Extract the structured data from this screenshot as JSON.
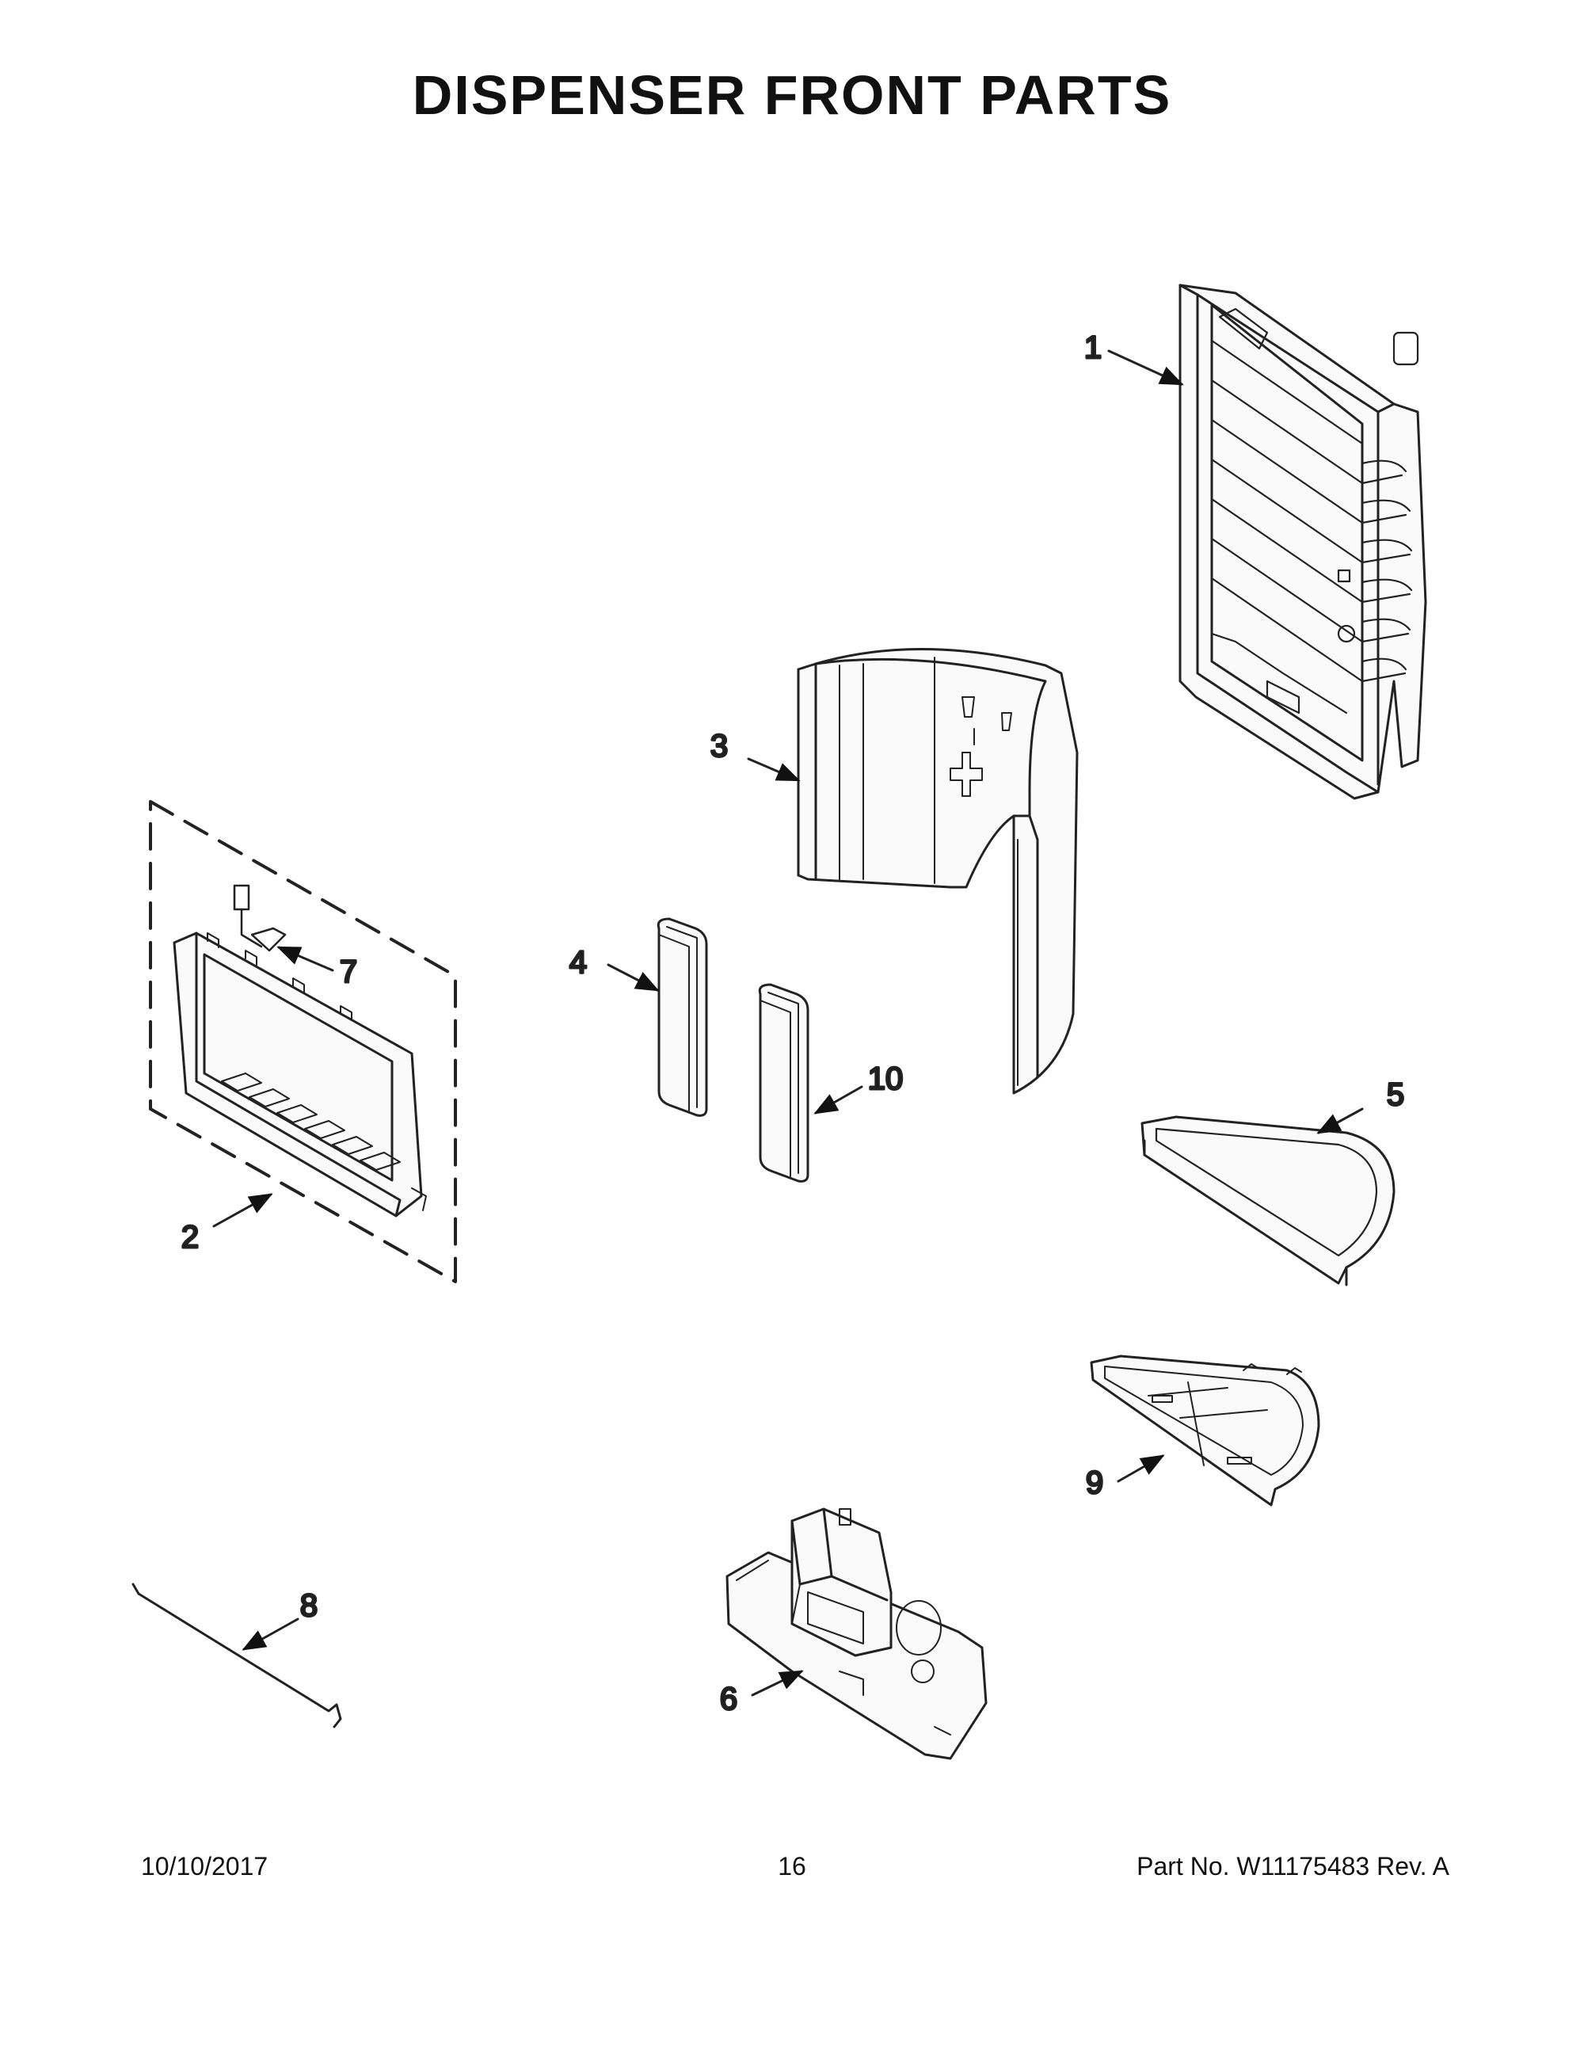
{
  "title": "DISPENSER FRONT PARTS",
  "callouts": {
    "c1": "1",
    "c2": "2",
    "c3": "3",
    "c4": "4",
    "c5": "5",
    "c6": "6",
    "c7": "7",
    "c8": "8",
    "c9": "9",
    "c10": "10"
  },
  "footer": {
    "date": "10/10/2017",
    "page": "16",
    "part_no": "Part No.  W11175483  Rev.  A"
  }
}
